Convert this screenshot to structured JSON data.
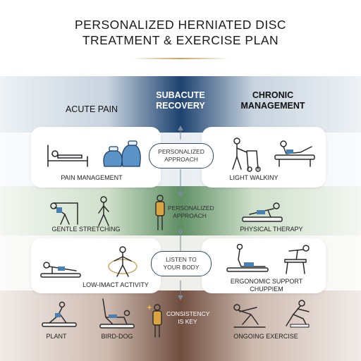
{
  "title": {
    "line1": "PERSONALIZED HERNIATED DISC",
    "line2": "TREATMENT & EXERCISE PLAN"
  },
  "columns": {
    "acute": "ACUTE PAIN",
    "subacute": "SUBACUTE RECOVERY",
    "chronic": "CHRONIC MANAGEMENT"
  },
  "labels": {
    "pain_management": "PAIN MANAGEMENT",
    "light_walking": "LIGHT WALKINY",
    "gentle_stretching": "GENTLE STRETCHING",
    "physical_therapy": "PHYSICAL THERAPY",
    "low_impact": "LOW-IMACT ACTIVITY",
    "ergonomic_line1": "ERGONOMIC SUPPORT",
    "ergonomic_line2": "CHUPPIEM",
    "plant": "PLANT",
    "bird_dog": "BIRD-DOG",
    "ongoing_exercise": "ONGOING EXERCISE"
  },
  "center": {
    "pill1_line1": "PERSONALIZED",
    "pill1_line2": "APPROACH",
    "mid2_line1": "PERSONALIZED",
    "mid2_line2": "APPROACH",
    "pill3_line1": "LISTEN TO",
    "pill3_line2": "YOUR BODY",
    "mid4_line1": "CONSISTENCY",
    "mid4_line2": "IS KEY"
  },
  "colors": {
    "band_navy": "#1e4270",
    "band_green": "#5f8f64",
    "band_brown": "#6f4e3f",
    "accent_blue": "#4a7fb0",
    "accent_gold": "#c9a25a"
  },
  "icons": [
    "bed-rest-icon",
    "ice-pack-icon",
    "walker-icon",
    "leg-raise-icon",
    "stretch-bar-icon",
    "walking-icon",
    "standing-figure-icon",
    "plank-icon",
    "pushup-icon",
    "rotation-figure-icon",
    "cobra-stretch-icon",
    "chair-support-icon",
    "plank-low-icon",
    "bird-dog-icon",
    "meditate-figure-icon",
    "kneeling-stretch-icon",
    "lunge-stretch-icon"
  ]
}
